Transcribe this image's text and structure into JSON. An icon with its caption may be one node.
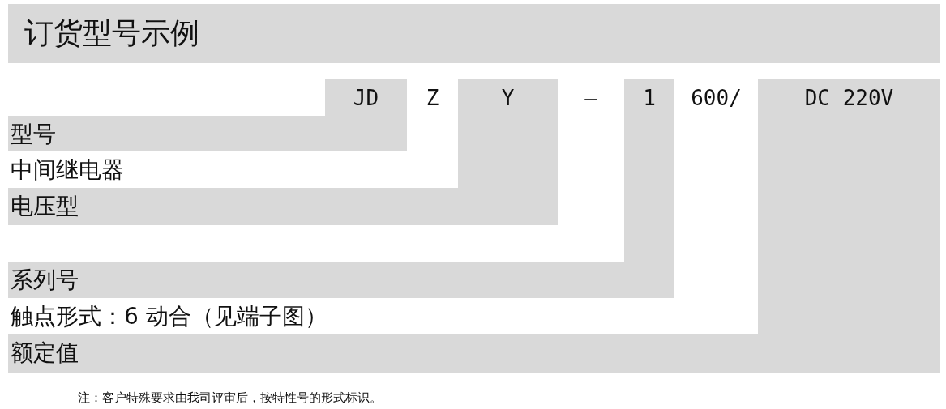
{
  "diagram": {
    "title": "订货型号示例",
    "caption": "注：客户特殊要求由我司评审后，按特性号的形式标识。",
    "nodes": [
      {
        "text": [
          "JD",
          "型号"
        ]
      },
      {
        "text": [
          "Z",
          "中间继电器"
        ]
      },
      {
        "text": [
          "Y",
          "电压型"
        ]
      },
      {
        "text": [
          "—"
        ]
      },
      {
        "text": [
          "1",
          "系列号"
        ]
      },
      {
        "text": [
          "600/",
          "触点形式：6 动合（见端子图）"
        ]
      },
      {
        "text": [
          "DC 220V",
          "额定值"
        ]
      }
    ]
  }
}
